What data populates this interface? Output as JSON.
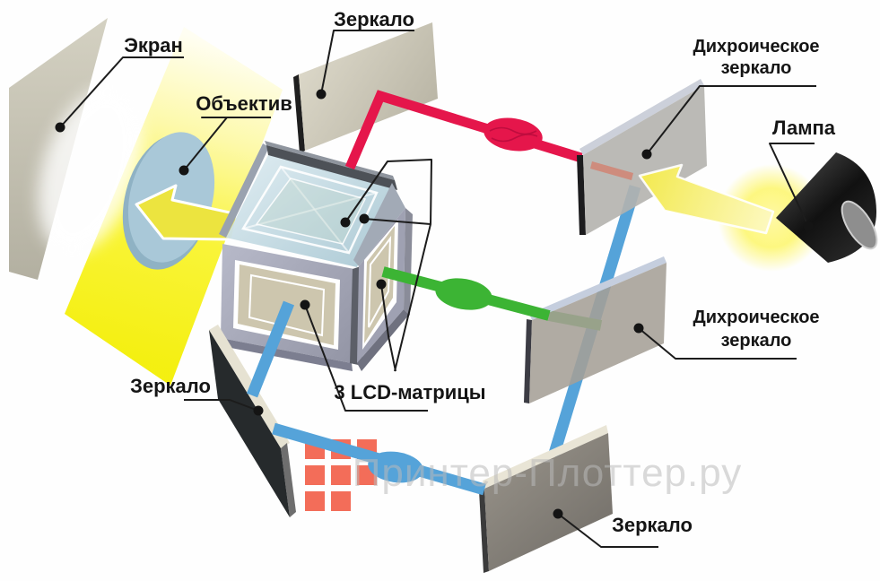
{
  "diagram": {
    "labels": {
      "screen": "Экран",
      "mirror_top": "Зеркало",
      "dichroic_mirror_1": {
        "line1": "Дихроическое",
        "line2": "зеркало"
      },
      "lamp": "Лампа",
      "lens": "Объектив",
      "lcd_matrices": "3 LCD-матрицы",
      "mirror_bottom_left": "Зеркало",
      "dichroic_mirror_2": {
        "line1": "Дихроическое",
        "line2": "зеркало"
      },
      "mirror_bottom_right": "Зеркало"
    },
    "watermark": {
      "text": "Принтер-Плоттер.ру"
    },
    "colors": {
      "beam-red": "#e5164b",
      "beam-green": "#3cb434",
      "beam-blue": "#55a3d9",
      "beam-yellow": "#f7f312",
      "logo-red": "#f25a43",
      "label-text": "#151515",
      "lens-blue": "#a9c8d8",
      "panel-beige": "#cdc6ae"
    }
  }
}
